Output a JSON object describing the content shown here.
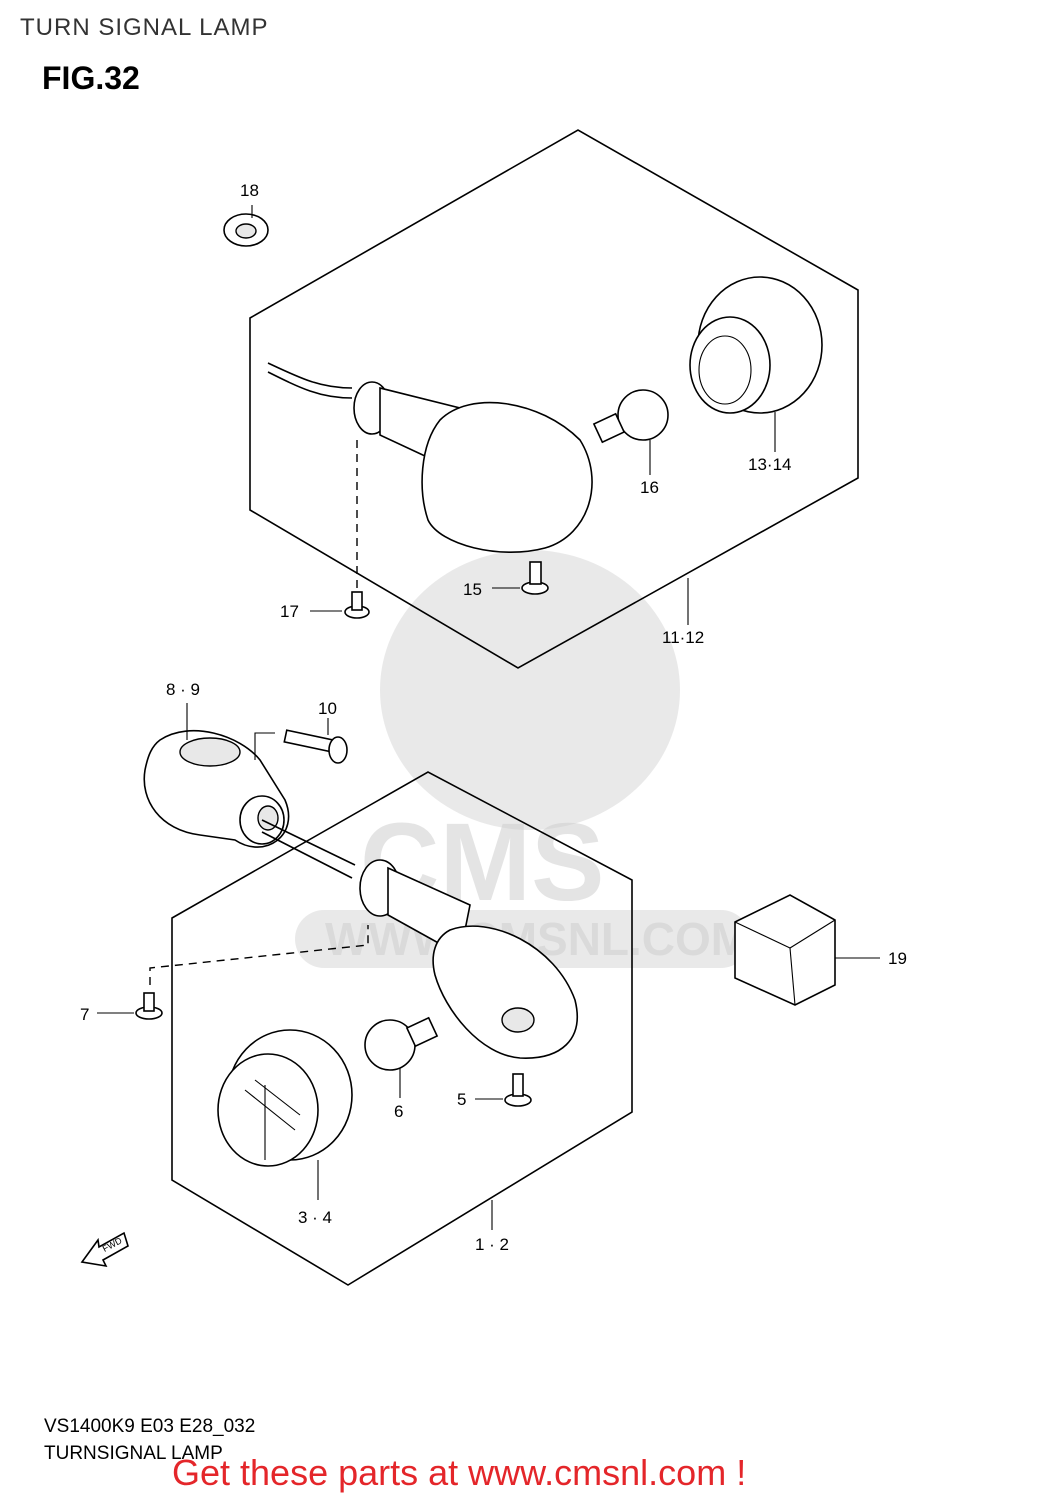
{
  "header": {
    "title": "TURN SIGNAL LAMP"
  },
  "figure": {
    "label": "FIG.32"
  },
  "callouts": {
    "c18": "18",
    "c1314": "13·14",
    "c16": "16",
    "c15": "15",
    "c17": "17",
    "c1112": "11·12",
    "c89": "8 · 9",
    "c10": "10",
    "c19": "19",
    "c7": "7",
    "c6": "6",
    "c5": "5",
    "c34": "3 · 4",
    "c12": "1 · 2"
  },
  "fwd_arrow": {
    "text": "FWD"
  },
  "watermark": {
    "logo_text": "CMS",
    "url_text": "WWW.CMSNL.COM"
  },
  "footer": {
    "model_code": "VS1400K9 E03 E28_032",
    "section_name": "TURNSIGNAL LAMP"
  },
  "promo": {
    "text": "Get these parts at www.cmsnl.com !"
  }
}
